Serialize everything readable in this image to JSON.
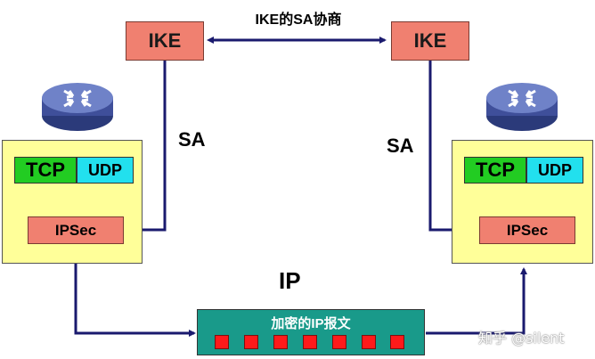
{
  "diagram": {
    "top_label": "IKE的SA协商",
    "left": {
      "ike": "IKE",
      "sa": "SA",
      "tcp": "TCP",
      "udp": "UDP",
      "ipsec": "IPSec"
    },
    "right": {
      "ike": "IKE",
      "sa": "SA",
      "tcp": "TCP",
      "udp": "UDP",
      "ipsec": "IPSec"
    },
    "ip_label": "IP",
    "packet_label": "加密的IP报文",
    "watermark": "知乎 @silent"
  },
  "colors": {
    "arrow": "#1a1a6e",
    "ike_box": "#f08070",
    "panel": "#ffff99",
    "tcp": "#22cc22",
    "udp": "#22e0ee",
    "packet": "#199a8a",
    "packet_square": "#ff1a1a",
    "router_body": "#4a5aa8"
  },
  "icons": {
    "router": "router-icon"
  }
}
